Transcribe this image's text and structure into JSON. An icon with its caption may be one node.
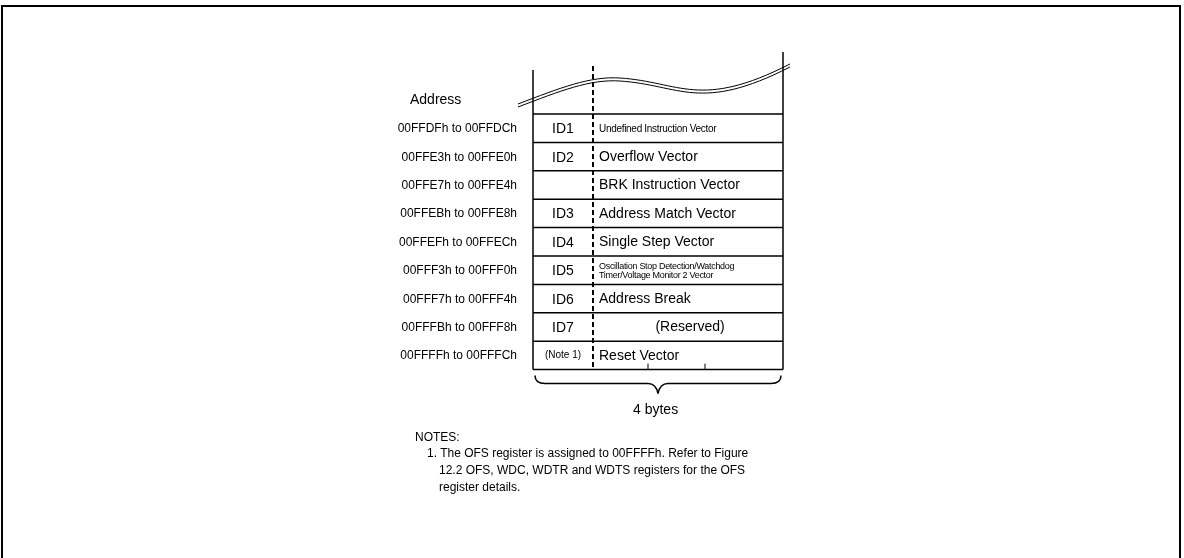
{
  "diagram": {
    "labels": [
      "Address",
      "00FFDFh to 00FFDCh",
      "ID1",
      "Undefined Instruction Vector",
      "00FFE3h to 00FFE0h",
      "ID2",
      "Overflow Vector",
      "00FFE7h to 00FFE4h",
      "BRK Instruction Vector",
      "00FFEBh to 00FFE8h",
      "ID3",
      "Address Match Vector",
      "00FFEFh to 00FFECh",
      "ID4",
      "Single Step Vector",
      "00FFF3h to 00FFF0h",
      "ID5",
      "Oscillation Stop Detection/Watchdog Timer/Voltage Monitor 2 Vector",
      "00FFF7h to 00FFF4h",
      "ID6",
      "Address Break",
      "00FFFBh to 00FFF8h",
      "ID7",
      "(Reserved)",
      "00FFFFh to 00FFFCh",
      "(Note 1)",
      "Reset Vector",
      "4 bytes",
      "NOTES:",
      "1. The OFS register is assigned to 00FFFFh. Refer to Figure 12.2 OFS, WDC, WDTR and WDTS registers for the OFS register details."
    ]
  }
}
